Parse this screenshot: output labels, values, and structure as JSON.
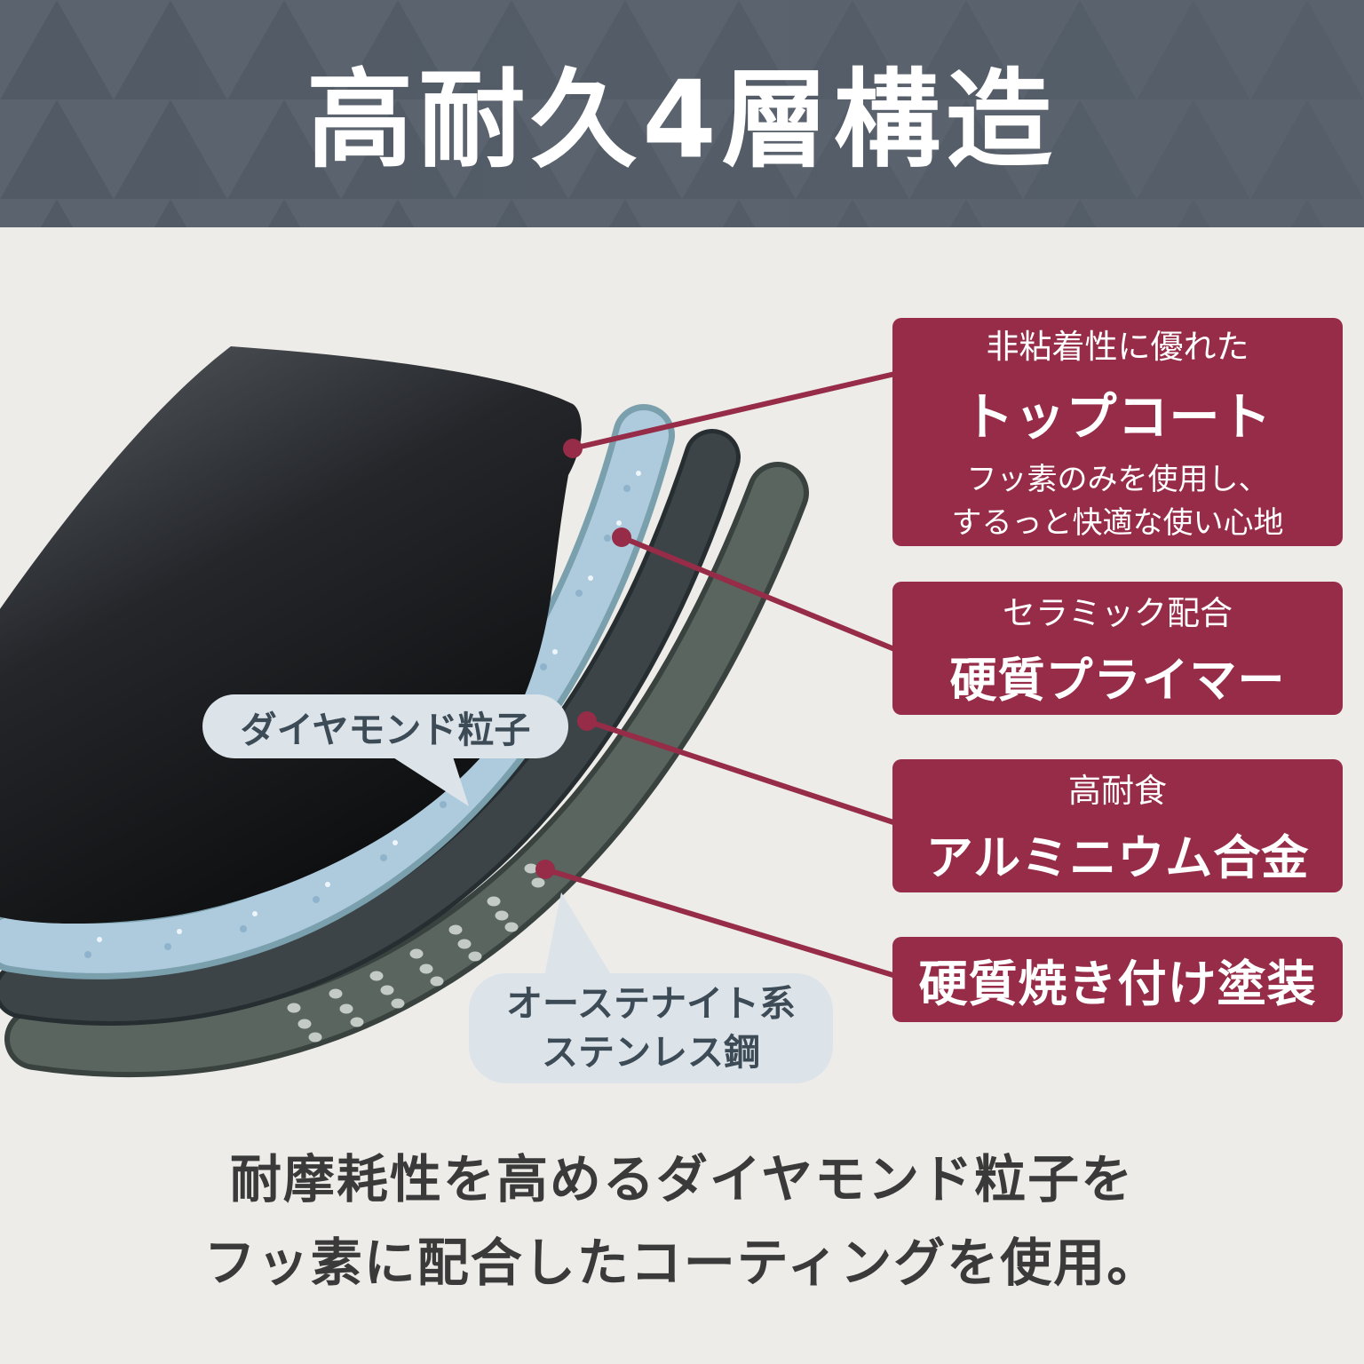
{
  "header": {
    "title": "高耐久4層構造"
  },
  "layer_labels": [
    {
      "id": "top-coat",
      "line1": "非粘着性に優れた",
      "title": "トップコート",
      "desc": [
        "フッ素のみを使用し、",
        "するっと快適な使い心地"
      ]
    },
    {
      "id": "primer",
      "line1": "セラミック配合",
      "title": "硬質プライマー"
    },
    {
      "id": "aluminum",
      "line1": "高耐食",
      "title": "アルミニウム合金"
    },
    {
      "id": "bake-coat",
      "title": "硬質焼き付け塗装"
    }
  ],
  "callouts": {
    "diamond": "ダイヤモンド粒子",
    "stainless_line1": "オーステナイト系",
    "stainless_line2": "ステンレス鋼"
  },
  "caption": {
    "line1": "耐摩耗性を高めるダイヤモンド粒子を",
    "line2": "フッ素に配合したコーティングを使用。"
  },
  "colors": {
    "accent_maroon": "#962c47",
    "header_bg": "#59626d",
    "page_bg": "#edece8",
    "callout_bg": "#dce4ea",
    "diamond_layer_blue": "#aecbdd",
    "top_coat_black": "#1c1e20",
    "stainless_gray": "#5a655f"
  }
}
